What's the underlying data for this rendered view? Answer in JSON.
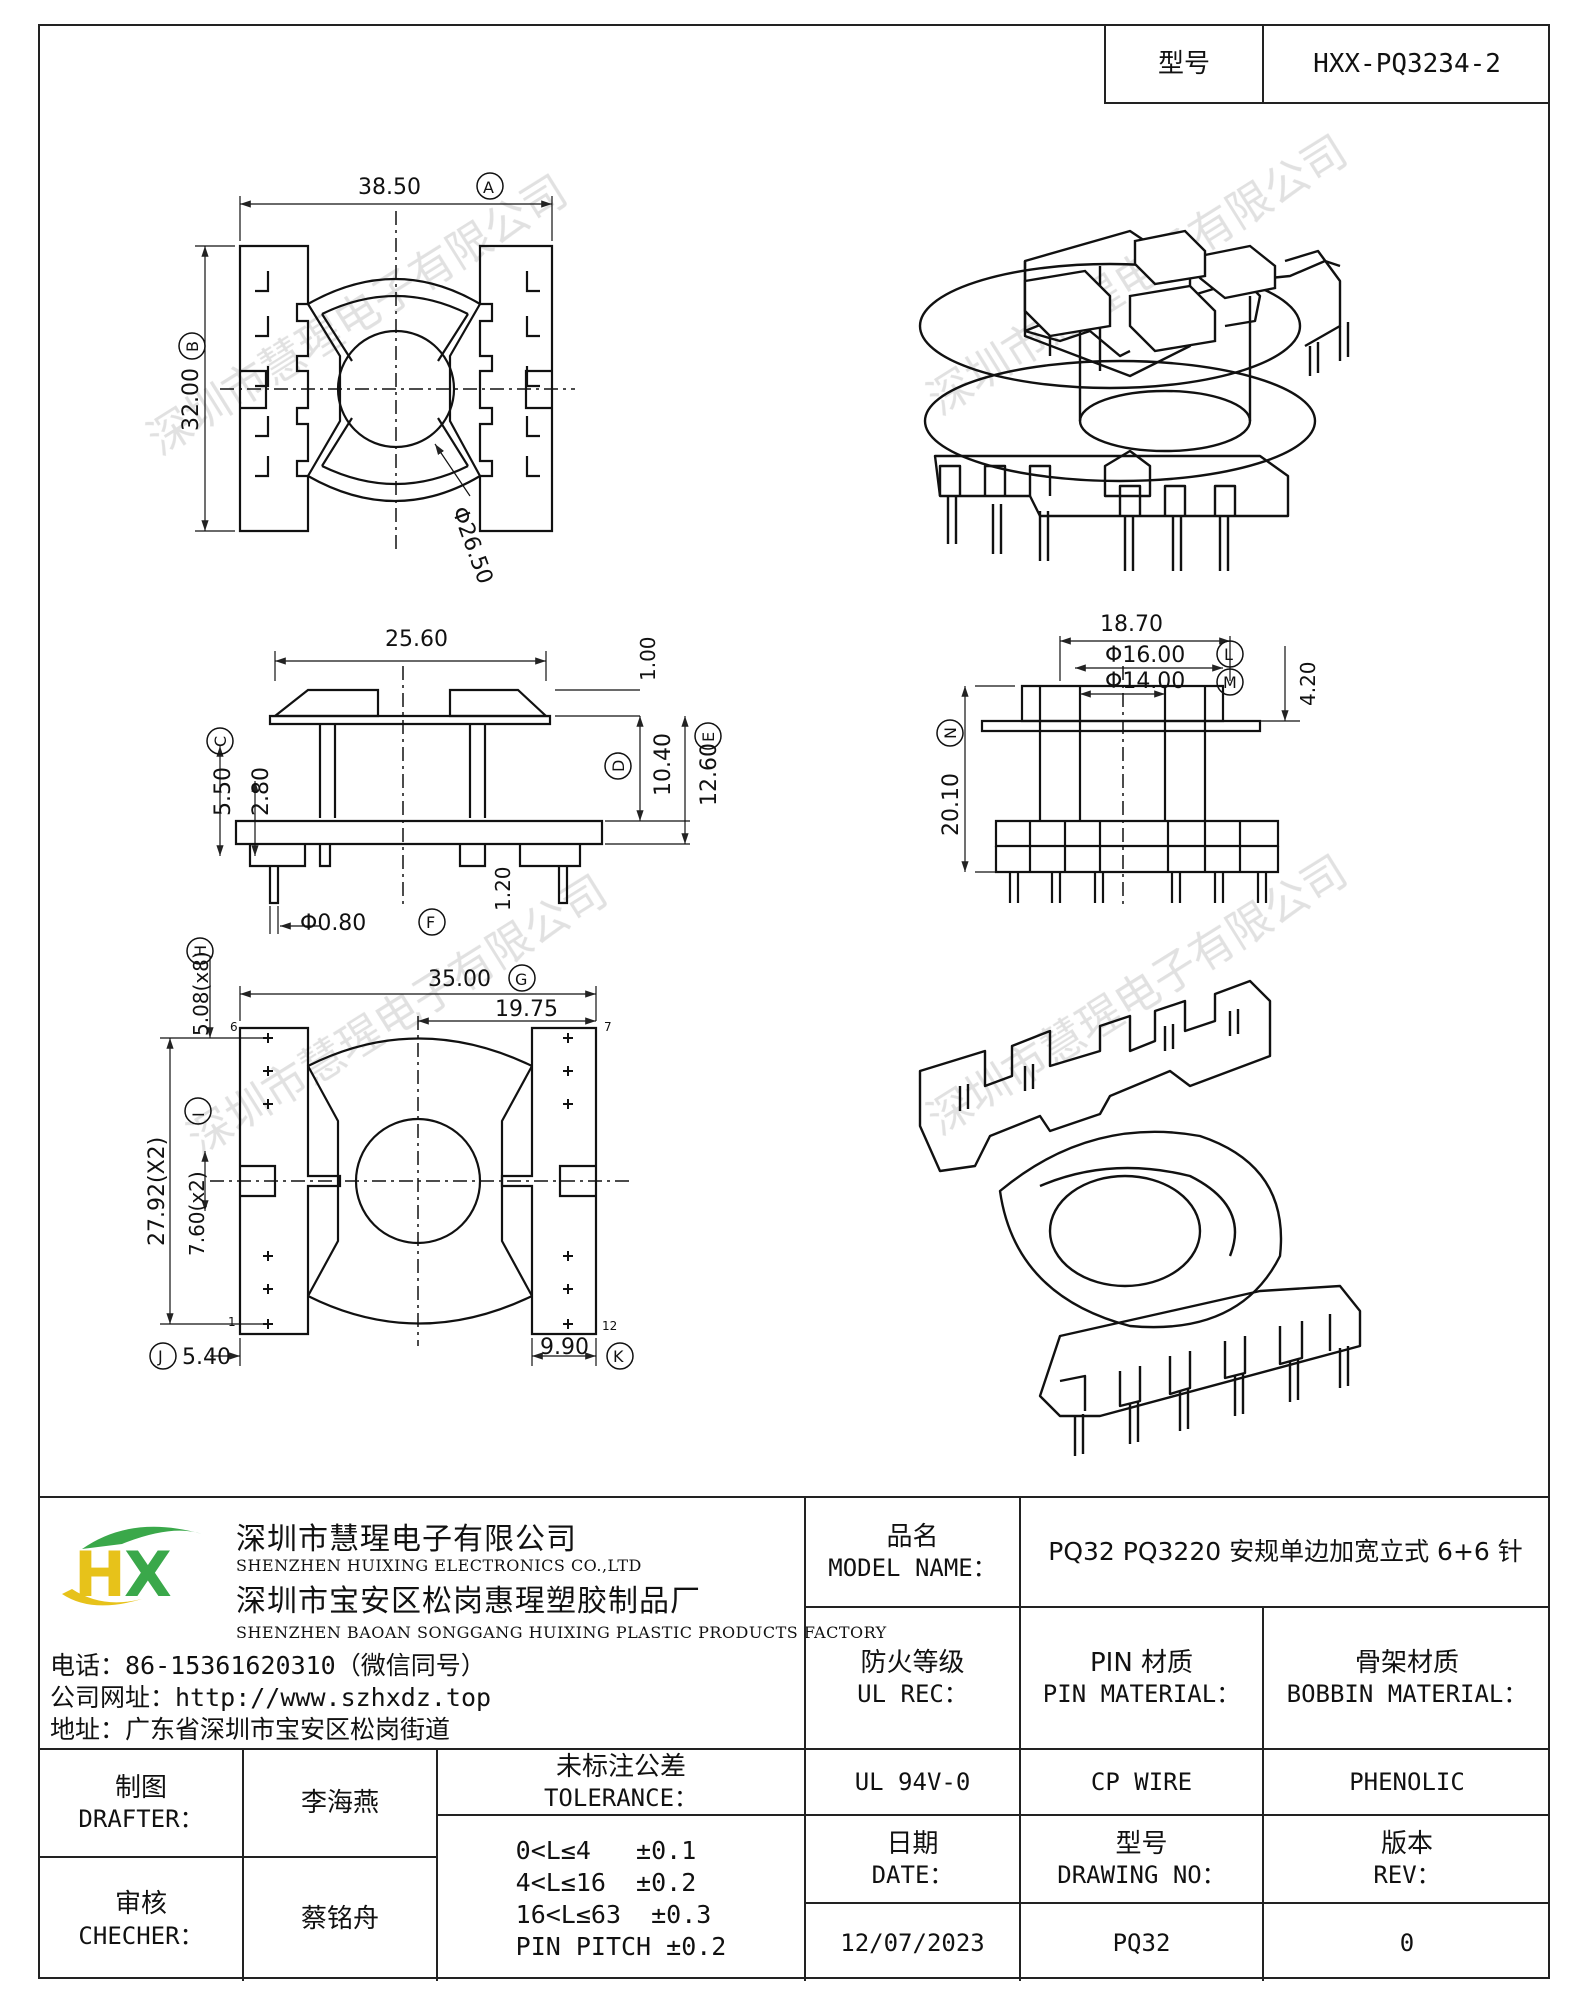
{
  "header": {
    "model_label": "型号",
    "model_value": "HXX-PQ3234-2"
  },
  "dimensions": {
    "a": "38.50",
    "b": "32.00",
    "core_dia": "Φ26.50",
    "c": "5.50",
    "c2": "2.80",
    "w": "25.60",
    "h1": "1.00",
    "d": "10.40",
    "e": "12.60",
    "base": "1.20",
    "pin_dia": "Φ0.80",
    "h18": "18.70",
    "l": "Φ16.00",
    "m": "Φ14.00",
    "h42": "4.20",
    "n": "20.10",
    "hpitch": "5.08(x8)",
    "g": "35.00",
    "g2": "19.75",
    "j": "27.92(X2)",
    "i": "7.60(x2)",
    "left_off": "5.40",
    "k": "9.90",
    "pin_first": "1",
    "pin_6": "6",
    "pin_7": "7",
    "pin_12": "12",
    "marks": [
      "A",
      "B",
      "C",
      "D",
      "E",
      "F",
      "G",
      "H",
      "I",
      "J",
      "K",
      "L",
      "M",
      "N"
    ]
  },
  "watermark": "深圳市慧瑆电子有限公司",
  "company": {
    "name_cn": "深圳市慧瑆电子有限公司",
    "name_en": "SHENZHEN HUIXING ELECTRONICS CO.,LTD",
    "factory_cn": "深圳市宝安区松岗惠瑆塑胶制品厂",
    "factory_en": "SHENZHEN BAOAN SONGGANG HUIXING PLASTIC PRODUCTS FACTORY",
    "phone": "电话：86-15361620310（微信同号）",
    "website": "公司网址：http://www.szhxdz.top",
    "address": "地址：广东省深圳市宝安区松岗街道",
    "logo_text": "HX",
    "colors": {
      "green": "#3aa84a",
      "yellow": "#e7c21a",
      "blue": "#2a5fa8"
    }
  },
  "title_block": {
    "model_name_cn": "品名",
    "model_name_en": "MODEL NAME：",
    "model_name_value": "PQ32 PQ3220 安规单边加宽立式 6+6 针",
    "ul_cn": "防火等级",
    "ul_en": "UL REC：",
    "pin_cn": "PIN 材质",
    "pin_en": "PIN MATERIAL：",
    "bobbin_cn": "骨架材质",
    "bobbin_en": "BOBBIN MATERIAL：",
    "ul_value": "UL 94V-0",
    "pin_value": "CP WIRE",
    "bobbin_value": "PHENOLIC",
    "drafter_cn": "制图",
    "drafter_en": "DRAFTER：",
    "drafter_value": "李海燕",
    "checker_cn": "审核",
    "checker_en": "CHECHER：",
    "checker_value": "蔡铭舟",
    "tol_cn": "未标注公差",
    "tol_en": "TOLERANCE：",
    "tol_lines": [
      "0<L≤4   ±0.1",
      "4<L≤16  ±0.2",
      "16<L≤63  ±0.3",
      "PIN PITCH ±0.2"
    ],
    "date_cn": "日期",
    "date_en": "DATE：",
    "drawing_cn": "型号",
    "drawing_en": "DRAWING NO：",
    "rev_cn": "版本",
    "rev_en": "REV：",
    "date_value": "12/07/2023",
    "drawing_value": "PQ32",
    "rev_value": "0"
  }
}
